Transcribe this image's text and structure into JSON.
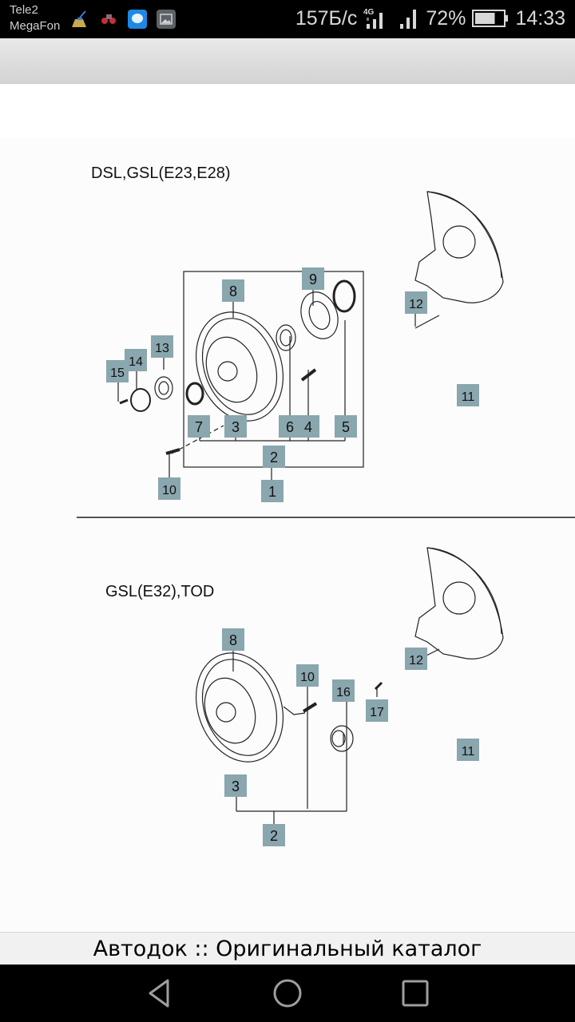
{
  "status_bar": {
    "carrier_1": "Tele2",
    "carrier_2": "MegaFon",
    "notification_icons": [
      "cleaner-broom-icon",
      "game-app-icon",
      "messages-icon",
      "gallery-icon"
    ],
    "network_speed": "157Б/с",
    "network_type": "4G",
    "battery_percent": "72%",
    "battery_level": 0.72,
    "time": "14:33"
  },
  "diagram": {
    "section_1": {
      "title": "DSL,GSL(E23,E28)",
      "callouts": [
        "1",
        "2",
        "3",
        "4",
        "5",
        "6",
        "7",
        "8",
        "9",
        "10",
        "11",
        "12",
        "13",
        "14",
        "15"
      ]
    },
    "section_2": {
      "title": "GSL(E32),TOD",
      "callouts": [
        "2",
        "3",
        "8",
        "10",
        "11",
        "12",
        "16",
        "17"
      ]
    },
    "label_color": "#8aa6ae"
  },
  "footer": {
    "title": "Автодок :: Оригинальный каталог"
  },
  "nav_bar": {
    "back": "back-icon",
    "home": "home-icon",
    "recents": "recents-icon"
  }
}
